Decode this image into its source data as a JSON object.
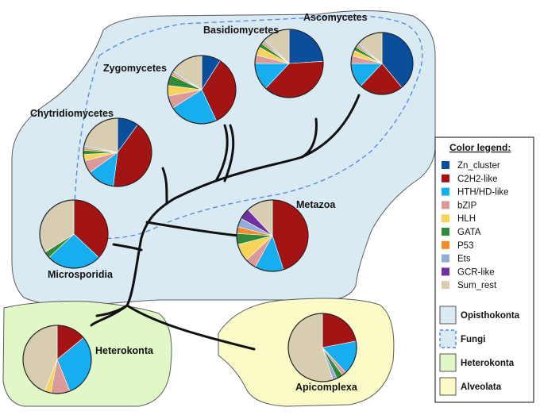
{
  "labels": {
    "chytridiomycetes": "Chytridiomycetes",
    "zygomycetes": "Zygomycetes",
    "basidiomycetes": "Basidiomycetes",
    "ascomycetes": "Ascomycetes",
    "microsporidia": "Microsporidia",
    "metazoa": "Metazoa",
    "heterokonta": "Heterokonta",
    "apicomplexa": "Apicomplexa"
  },
  "legend": {
    "title": "Color legend:",
    "families": [
      {
        "name": "Zn_cluster",
        "color": "#0a4f9c"
      },
      {
        "name": "C2H2-like",
        "color": "#a31515"
      },
      {
        "name": "HTH/HD-like",
        "color": "#17aef0"
      },
      {
        "name": "bZIP",
        "color": "#db9a9a"
      },
      {
        "name": "HLH",
        "color": "#f7d35a"
      },
      {
        "name": "GATA",
        "color": "#2f8a3a"
      },
      {
        "name": "P53",
        "color": "#f08c2a"
      },
      {
        "name": "Ets",
        "color": "#92abd9"
      },
      {
        "name": "GCR-like",
        "color": "#7030a0"
      },
      {
        "name": "Sum_rest",
        "color": "#d8cdb0"
      }
    ],
    "groups": [
      {
        "name": "Opisthokonta",
        "fill": "#daeaf2",
        "stroke": "#555555",
        "dashed": false
      },
      {
        "name": "Fungi",
        "fill": "#daeaf2",
        "stroke": "#4f86e6",
        "dashed": true
      },
      {
        "name": "Heterokonta",
        "fill": "#e2f7c8",
        "stroke": "#555555",
        "dashed": false
      },
      {
        "name": "Alveolata",
        "fill": "#fbfbc8",
        "stroke": "#555555",
        "dashed": false
      }
    ]
  },
  "pies": [
    {
      "id": "ascomycetes",
      "values": [
        0.39,
        0.23,
        0.13,
        0.04,
        0.03,
        0.02,
        0.01,
        0.01,
        0,
        0.14
      ]
    },
    {
      "id": "basidiomycetes",
      "values": [
        0.24,
        0.38,
        0.13,
        0.04,
        0.04,
        0.02,
        0.01,
        0.01,
        0,
        0.13
      ]
    },
    {
      "id": "zygomycetes",
      "values": [
        0.09,
        0.34,
        0.23,
        0.06,
        0.05,
        0.05,
        0.01,
        0.01,
        0,
        0.16
      ]
    },
    {
      "id": "chytridiomycetes",
      "values": [
        0.1,
        0.42,
        0.13,
        0.06,
        0.03,
        0.02,
        0.01,
        0.01,
        0,
        0.22
      ]
    },
    {
      "id": "microsporidia",
      "values": [
        0,
        0.37,
        0.26,
        0,
        0,
        0.03,
        0,
        0,
        0,
        0.34
      ]
    },
    {
      "id": "metazoa",
      "values": [
        0,
        0.45,
        0.13,
        0.05,
        0.08,
        0.05,
        0.03,
        0.04,
        0.05,
        0.12
      ]
    },
    {
      "id": "heterokonta",
      "values": [
        0,
        0.14,
        0.3,
        0.09,
        0.03,
        0,
        0,
        0,
        0,
        0.44
      ]
    },
    {
      "id": "apicomplexa",
      "values": [
        0,
        0.22,
        0.16,
        0.02,
        0,
        0.03,
        0,
        0.02,
        0,
        0.55
      ]
    }
  ]
}
